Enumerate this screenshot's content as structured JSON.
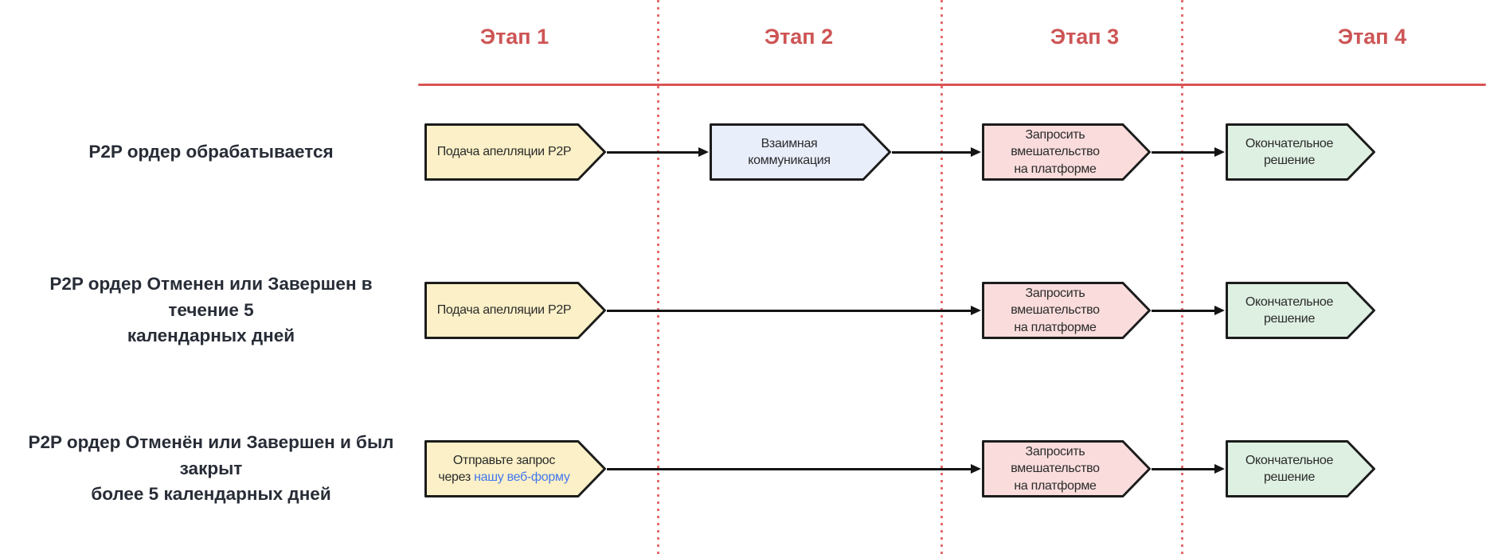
{
  "diagram": {
    "stages": [
      {
        "label": "Этап 1"
      },
      {
        "label": "Этап 2"
      },
      {
        "label": "Этап 3"
      },
      {
        "label": "Этап 4"
      }
    ],
    "rows": [
      {
        "label": "P2P ордер обрабатывается",
        "steps": [
          {
            "text": "Подача апелляции P2P",
            "color": "yellow"
          },
          {
            "text": "Взаимная\nкоммуникация",
            "color": "blue"
          },
          {
            "text": "Запросить вмешательство\nна платформе",
            "color": "pink"
          },
          {
            "text": "Окончательное\nрешение",
            "color": "green"
          }
        ]
      },
      {
        "label": "P2P ордер Отменен или Завершен в течение 5\nкалендарных дней",
        "steps": [
          {
            "text": "Подача апелляции P2P",
            "color": "yellow"
          },
          {
            "text": "Запросить вмешательство\nна платформе",
            "color": "pink"
          },
          {
            "text": "Окончательное\nрешение",
            "color": "green"
          }
        ]
      },
      {
        "label": "P2P ордер Отменён или Завершен и был закрыт\nболее 5 календарных дней",
        "steps": [
          {
            "line1": "Отправьте запрос",
            "line2_prefix": "через ",
            "link_label": "нашу веб-форму",
            "color": "yellow"
          },
          {
            "text": "Запросить вмешательство\nна платформе",
            "color": "pink"
          },
          {
            "text": "Окончательное\nрешение",
            "color": "green"
          }
        ]
      }
    ],
    "colors": {
      "header_red": "#cd5555",
      "line_red": "#d95454",
      "dotted_red": "#df5353",
      "yellow_fill": "#fbf0c7",
      "blue_fill": "#e9eefb",
      "pink_fill": "#fadcdc",
      "green_fill": "#def0e2",
      "border_black": "#1c1c1c",
      "label_text": "#272c36",
      "link_blue": "#4377ee"
    }
  }
}
